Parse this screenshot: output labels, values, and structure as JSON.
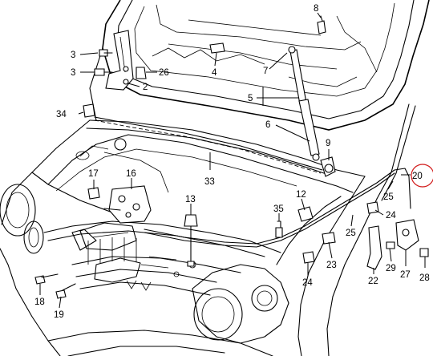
{
  "callouts": [
    {
      "id": "c1",
      "text": "8"
    },
    {
      "id": "c2",
      "text": "3"
    },
    {
      "id": "c3",
      "text": "3"
    },
    {
      "id": "c4",
      "text": "26"
    },
    {
      "id": "c5",
      "text": "2"
    },
    {
      "id": "c6",
      "text": "4"
    },
    {
      "id": "c7",
      "text": "7"
    },
    {
      "id": "c8",
      "text": "5"
    },
    {
      "id": "c9",
      "text": "6"
    },
    {
      "id": "c10",
      "text": "34"
    },
    {
      "id": "c11",
      "text": "9"
    },
    {
      "id": "c12",
      "text": "20"
    },
    {
      "id": "c13",
      "text": "17"
    },
    {
      "id": "c14",
      "text": "16"
    },
    {
      "id": "c15",
      "text": "33"
    },
    {
      "id": "c16",
      "text": "13"
    },
    {
      "id": "c17",
      "text": "12"
    },
    {
      "id": "c18",
      "text": "25"
    },
    {
      "id": "c19",
      "text": "24"
    },
    {
      "id": "c20",
      "text": "35"
    },
    {
      "id": "c21",
      "text": "25"
    },
    {
      "id": "c22",
      "text": "23"
    },
    {
      "id": "c23",
      "text": "29"
    },
    {
      "id": "c24",
      "text": "18"
    },
    {
      "id": "c25",
      "text": "19"
    },
    {
      "id": "c26",
      "text": "24"
    },
    {
      "id": "c27",
      "text": "22"
    },
    {
      "id": "c28",
      "text": "27"
    },
    {
      "id": "c29",
      "text": "28"
    }
  ],
  "highlight": {
    "callout": "20",
    "color": "#d11a1a"
  }
}
